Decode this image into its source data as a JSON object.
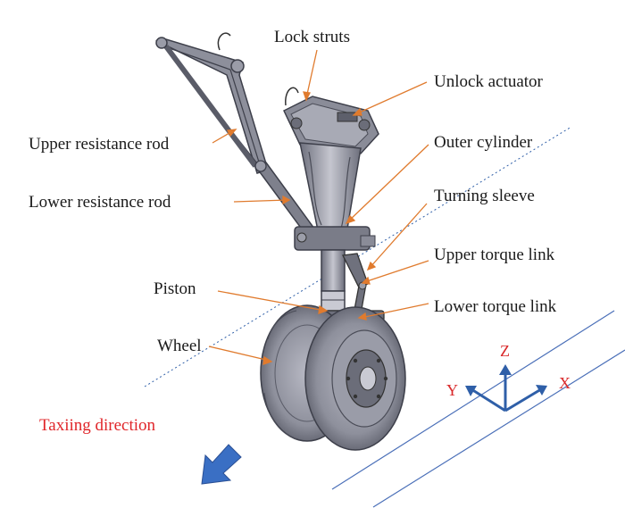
{
  "colors": {
    "leader": "#e07b2e",
    "axis": "#2f5fa8",
    "axis_label": "#d9292b",
    "taxi_text": "#e0262a",
    "taxi_arrow": "#3a6fc4",
    "ground": "#4a6fb8",
    "steel_dark": "#4d4f5c",
    "steel_mid": "#8a8c99",
    "steel_light": "#c9cad3"
  },
  "labels": {
    "lock_struts": "Lock struts",
    "unlock_actuator": "Unlock actuator",
    "upper_resistance_rod": "Upper resistance rod",
    "outer_cylinder": "Outer cylinder",
    "lower_resistance_rod": "Lower resistance rod",
    "turning_sleeve": "Turning sleeve",
    "upper_torque_link": "Upper torque link",
    "piston": "Piston",
    "lower_torque_link": "Lower torque link",
    "wheel": "Wheel"
  },
  "axes": {
    "x": "X",
    "y": "Y",
    "z": "Z"
  },
  "taxiing_direction": "Taxiing direction"
}
